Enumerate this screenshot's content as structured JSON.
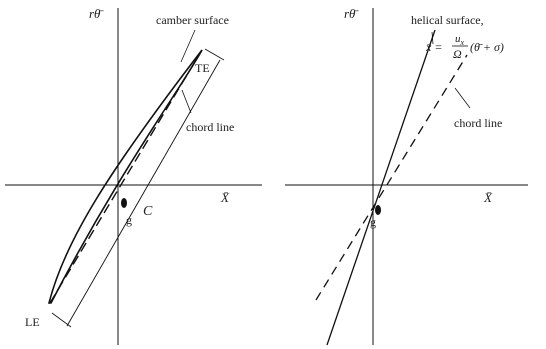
{
  "left_panel": {
    "y_axis_label": "rθ̄",
    "x_axis_label": "X̄",
    "camber_label": "camber surface",
    "chord_label": "chord line",
    "te_label": "TE",
    "le_label": "LE",
    "g_label": "g",
    "c_label": "C"
  },
  "right_panel": {
    "y_axis_label": "rθ̄",
    "x_axis_label": "X̄",
    "helical_label": "helical surface,",
    "equation_lhs": "x̄ =",
    "equation_num": "u",
    "equation_num_sub": "x",
    "equation_den": "Ω",
    "equation_rhs": "(θ̄ + σ)",
    "chord_label": "chord line",
    "g_label": "g"
  }
}
